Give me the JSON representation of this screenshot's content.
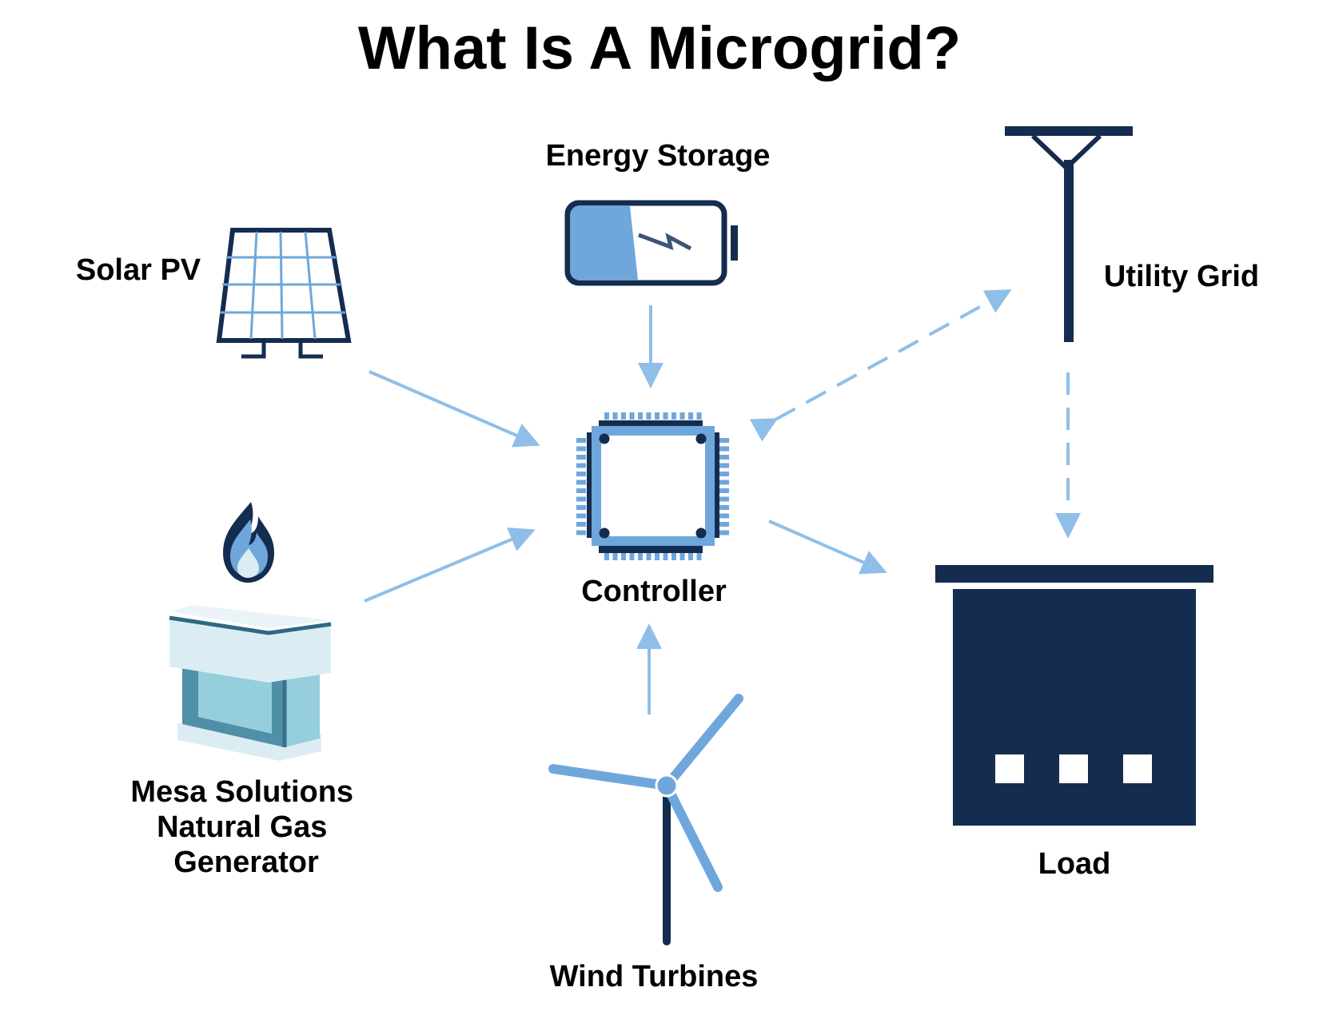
{
  "title": "What Is A Microgrid?",
  "colors": {
    "dark_navy": "#142c4f",
    "mid_blue": "#6fa7dc",
    "arrow_blue": "#8fbfe8",
    "teal": "#4f8fa8",
    "light_teal": "#94cfdb",
    "pale": "#dbedf3",
    "white": "#ffffff"
  },
  "nodes": {
    "solar_pv": {
      "label": "Solar PV",
      "icon": "solar-panel-icon"
    },
    "energy_storage": {
      "label": "Energy Storage",
      "icon": "battery-icon"
    },
    "utility_grid": {
      "label": "Utility Grid",
      "icon": "utility-pole-icon"
    },
    "controller": {
      "label": "Controller",
      "icon": "microchip-icon"
    },
    "generator": {
      "label_lines": [
        "Mesa Solutions",
        "Natural Gas",
        "Generator"
      ],
      "icon": "natural-gas-generator-icon"
    },
    "wind_turbines": {
      "label": "Wind Turbines",
      "icon": "wind-turbine-icon"
    },
    "load": {
      "label": "Load",
      "icon": "building-icon"
    }
  },
  "edges": [
    {
      "from": "solar_pv",
      "to": "controller",
      "style": "solid",
      "direction": "forward"
    },
    {
      "from": "energy_storage",
      "to": "controller",
      "style": "solid",
      "direction": "forward"
    },
    {
      "from": "generator",
      "to": "controller",
      "style": "solid",
      "direction": "forward"
    },
    {
      "from": "wind_turbines",
      "to": "controller",
      "style": "solid",
      "direction": "forward"
    },
    {
      "from": "controller",
      "to": "load",
      "style": "solid",
      "direction": "forward"
    },
    {
      "from": "utility_grid",
      "to": "controller",
      "style": "dashed",
      "direction": "both"
    },
    {
      "from": "utility_grid",
      "to": "load",
      "style": "dashed",
      "direction": "forward"
    }
  ]
}
